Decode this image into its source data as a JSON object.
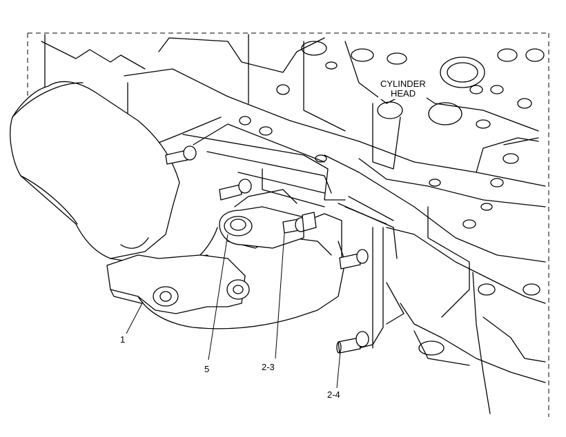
{
  "labels": {
    "cylinder_head_line1": "CYLINDER",
    "cylinder_head_line2": "HEAD",
    "callout_1": "1",
    "callout_5": "5",
    "callout_2_3": "2-3",
    "callout_2_4": "2-4"
  },
  "colors": {
    "line": "#000000",
    "background": "#ffffff"
  }
}
